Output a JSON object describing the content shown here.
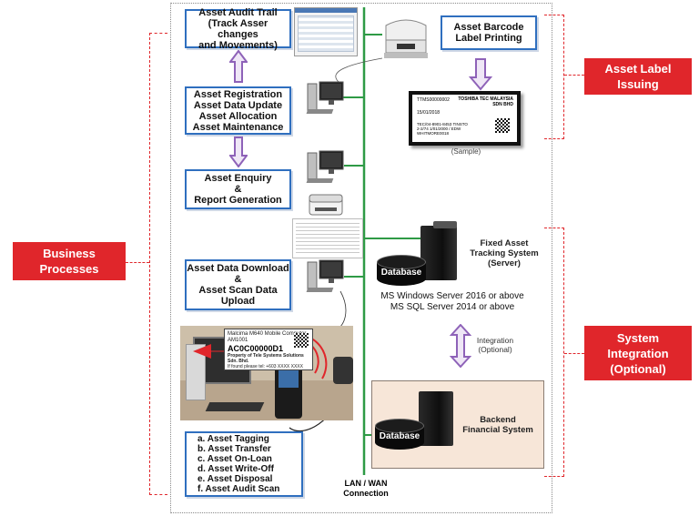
{
  "boxes": {
    "audit_trail": [
      "Asset Audit Trail",
      "(Track Asser changes",
      "and Movements)"
    ],
    "registration": [
      "Asset Registration",
      "Asset Data Update",
      "Asset Allocation",
      "Asset Maintenance"
    ],
    "enquiry": [
      "Asset Enquiry",
      "&",
      "Report Generation"
    ],
    "download": [
      "Asset Data Download",
      "&",
      "Asset Scan Data",
      "Upload"
    ],
    "barcode_printing": [
      "Asset Barcode",
      "Label Printing"
    ]
  },
  "tasks": [
    "a.   Asset Tagging",
    "b.   Asset Transfer",
    "c.   Asset On-Loan",
    "d.   Asset Write-Off",
    "e.   Asset Disposal",
    "f.    Asset Audit Scan"
  ],
  "side_labels": {
    "business": [
      "Business",
      "Processes"
    ],
    "label_issuing": [
      "Asset Label",
      "Issuing"
    ],
    "integration": [
      "System",
      "Integration",
      "(Optional)"
    ]
  },
  "server": {
    "title": [
      "Fixed Asset",
      "Tracking System",
      "(Server)"
    ],
    "db_label": "Database",
    "os_lines": [
      "MS Windows Server 2016 or above",
      "MS SQL Server 2014 or above"
    ]
  },
  "integration_caption": [
    "Integration",
    "(Optional)"
  ],
  "backend": {
    "title": [
      "Backend",
      "Financial System"
    ],
    "db_label": "Database"
  },
  "network_caption": [
    "LAN / WAN",
    "Connection"
  ],
  "sample_caption": "(Sample)",
  "label_sample": {
    "left_id": "TTMS00000002",
    "company": [
      "TOSHIBA TEC MALAYSIA",
      "SDN BHD"
    ],
    "date": "15/01/2018",
    "lines": [
      "TEC/04-8901-8453 TINSTO",
      "2-2/74 1/01/2000 / EDW",
      "WHITMORE0018"
    ]
  },
  "scan_popup": {
    "line1": "Malcima M640 Mobile Computer",
    "line2": "AM1001",
    "id": "AC0C00000D1",
    "line3": "Property of Tele Systems Solutions Sdn. Bhd.",
    "line4": "If found please tel: +603 XXXX XXXX"
  },
  "colors": {
    "accent_red": "#e0262b",
    "box_blue": "#2f6fbf",
    "arrow_purple": "#8e62b8",
    "network_green": "#2e9a45"
  }
}
